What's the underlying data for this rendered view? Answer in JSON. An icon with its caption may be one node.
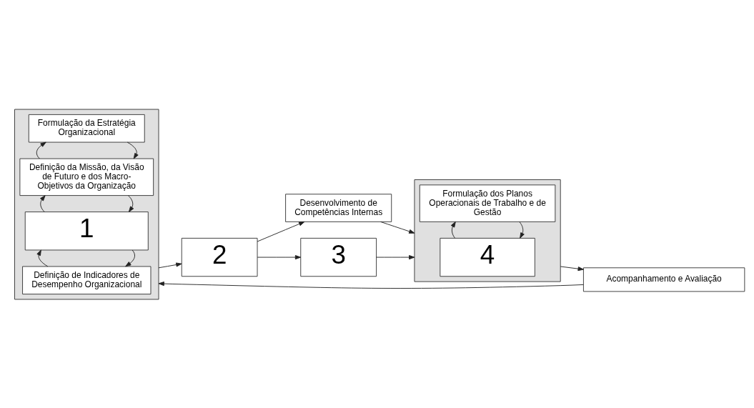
{
  "diagram": {
    "nodes": [
      {
        "text": [],
        "shape": "box"
      },
      {
        "text": [
          "Formulação da Estratégia Organizacional"
        ],
        "in": 0
      },
      {
        "text": [
          "Definição da Missão, da Visão de Futuro e dos Macro-Objetivos da Organização"
        ],
        "in": 0
      },
      {
        "text": [
          "1"
        ],
        "in": 0
      },
      {
        "text": [
          "Definição de Indicadores de Desempenho Organizacional"
        ],
        "in": 0
      },
      {
        "text": [
          "2"
        ]
      },
      {
        "text": [
          "Desenvolvimento de Competências Internas"
        ]
      },
      {
        "text": [
          "3"
        ]
      },
      {
        "text": [],
        "shape": "box"
      },
      {
        "text": [
          "Formulação dos Planos Operacionais de Trabalho e de Gestão"
        ],
        "in": 8
      },
      {
        "text": [
          "4"
        ],
        "in": 8
      },
      {
        "text": [
          "Acompanhamento e Avaliação"
        ]
      }
    ],
    "edges": [
      {
        "from": 1,
        "to": 2,
        "arrow": "to"
      },
      {
        "from": 2,
        "to": 1,
        "arrow": "to"
      },
      {
        "from": 2,
        "to": 3,
        "arrow": "to"
      },
      {
        "from": 3,
        "to": 2,
        "arrow": "to"
      },
      {
        "from": 3,
        "to": 4,
        "arrow": "to"
      },
      {
        "from": 4,
        "to": 3,
        "arrow": "to"
      },
      {
        "from": 0,
        "to": 5,
        "arrow": "to"
      },
      {
        "from": 5,
        "to": 6,
        "arrow": "to"
      },
      {
        "from": 5,
        "to": 7,
        "arrow": "to"
      },
      {
        "from": 6,
        "to": 8,
        "arrow": "to"
      },
      {
        "from": 7,
        "to": 8,
        "arrow": "to"
      },
      {
        "from": 9,
        "to": 10,
        "arrow": "to"
      },
      {
        "from": 10,
        "to": 9,
        "arrow": "to"
      },
      {
        "from": 8,
        "to": 11,
        "arrow": "to"
      },
      {
        "from": 11,
        "to": 0,
        "arrow": "to"
      }
    ]
  }
}
